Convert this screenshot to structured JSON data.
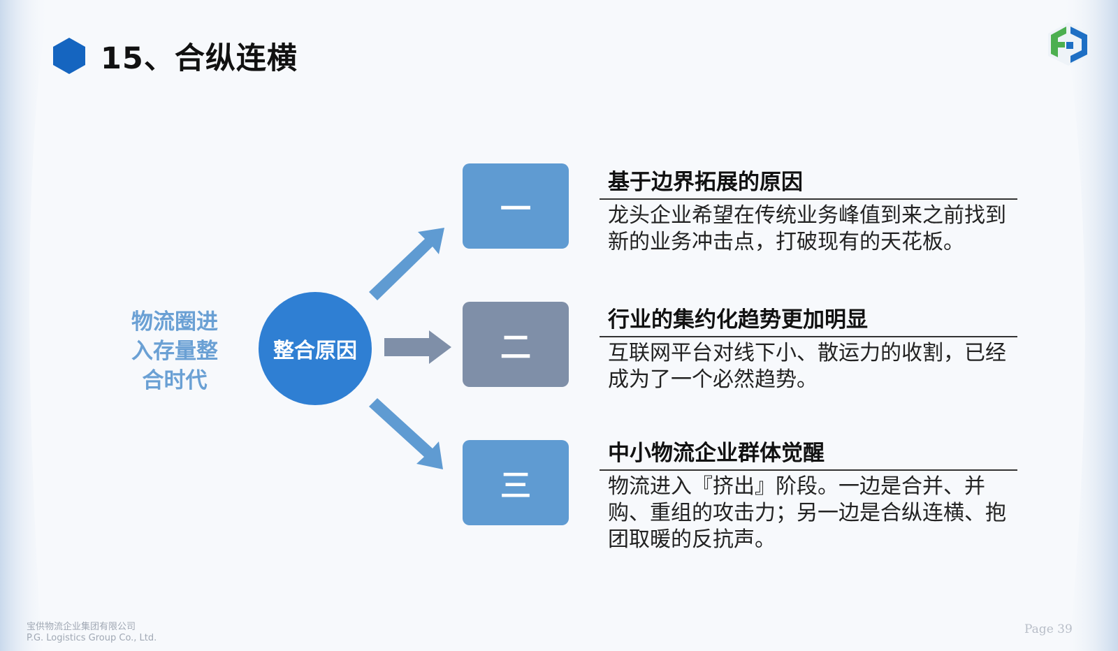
{
  "title": "15、合纵连横",
  "side_label": [
    "物流圈进",
    "入存量整",
    "合时代"
  ],
  "center": "整合原因",
  "items": [
    {
      "number": "一",
      "title": "基于边界拓展的原因",
      "desc": "龙头企业希望在传统业务峰值到来之前找到新的业务冲击点，打破现有的天花板。"
    },
    {
      "number": "二",
      "title": "行业的集约化趋势更加明显",
      "desc": "互联网平台对线下小、散运力的收割，已经成为了一个必然趋势。"
    },
    {
      "number": "三",
      "title": "中小物流企业群体觉醒",
      "desc": "物流进入『挤出』阶段。一边是合并、并购、重组的攻击力；另一边是合纵连横、抱团取暖的反抗声。"
    }
  ],
  "footer": {
    "company_cn": "宝供物流企业集团有限公司",
    "company_en": "P.G. Logistics Group Co., Ltd.",
    "page": "Page 39"
  },
  "colors": {
    "accent_blue": "#2f7fd3",
    "box_blue": "#5f9bd2",
    "box_gray": "#7f8fa8",
    "arrow_blue": "#5f9bd2",
    "arrow_gray": "#7f8fa8",
    "side_label": "#6aa0d4"
  }
}
